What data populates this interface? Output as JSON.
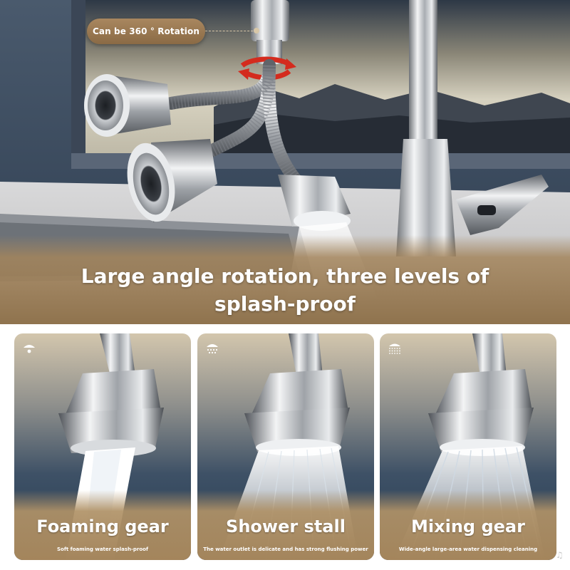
{
  "hero": {
    "callout": "Can be 360 ° Rotation",
    "headline_line1": "Large angle rotation, three levels of",
    "headline_line2": "splash-proof"
  },
  "panels": [
    {
      "icon": "foaming-drop-icon",
      "title": "Foaming gear",
      "description": "Soft foaming water splash-proof"
    },
    {
      "icon": "shower-spray-icon",
      "title": "Shower stall",
      "description": "The water outlet is delicate and has strong flushing power"
    },
    {
      "icon": "mixing-spray-icon",
      "title": "Mixing gear",
      "description": "Wide-angle large-area water dispensing cleaning"
    }
  ],
  "colors": {
    "gold_accent": "#a4855c",
    "callout_brown": "#8a6a45",
    "rotation_red": "#d42b1e",
    "wall_navy": "#2f3e52"
  },
  "decor": {
    "note_icon": "♫"
  }
}
